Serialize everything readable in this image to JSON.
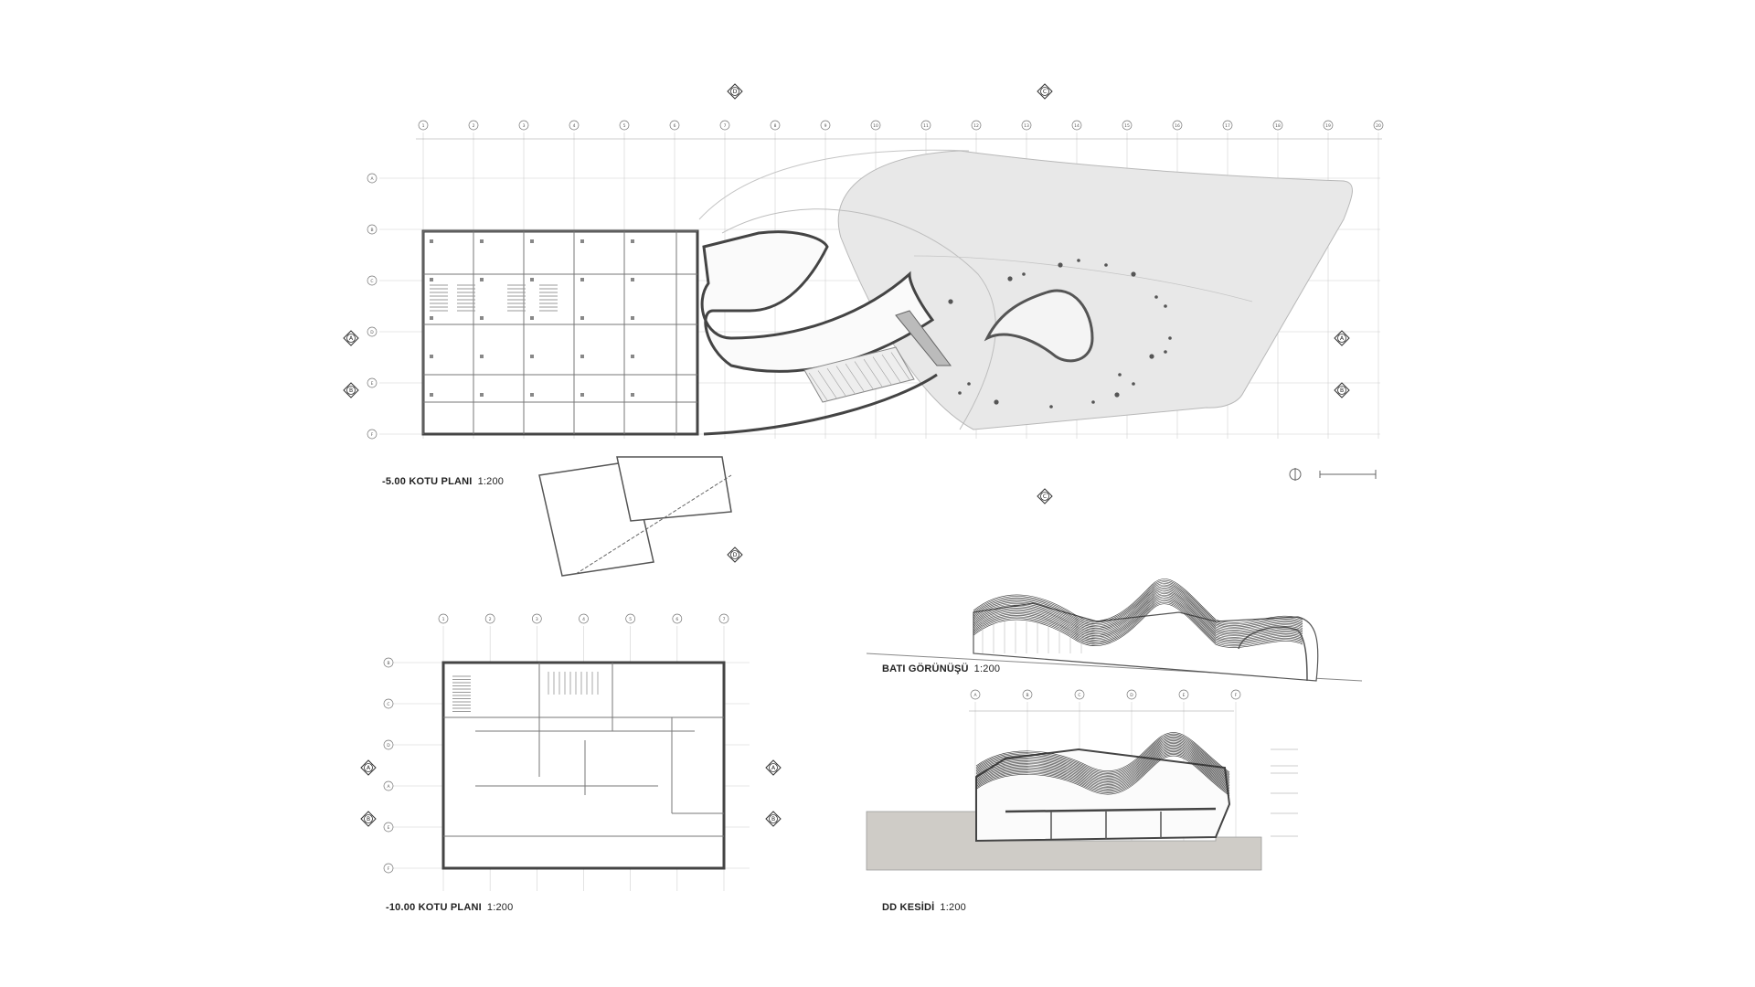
{
  "drawings": {
    "plan_minus5": {
      "title": "-5.00 KOTU PLANI",
      "scale": "1:200"
    },
    "elevation_west": {
      "title": "BATI GÖRÜNÜŞÜ",
      "scale": "1:200"
    },
    "plan_minus10": {
      "title": "-10.00 KOTU PLANI",
      "scale": "1:200"
    },
    "section_dd": {
      "title": "DD KESİDİ",
      "scale": "1:200"
    }
  },
  "grid": {
    "top_numbers": [
      "1",
      "2",
      "3",
      "4",
      "5",
      "6",
      "7",
      "8",
      "9",
      "10",
      "11",
      "12",
      "13",
      "14",
      "15",
      "16",
      "17",
      "18",
      "19",
      "20"
    ],
    "top_letters": [
      "A",
      "B",
      "C",
      "D",
      "E",
      "F"
    ],
    "lower_numbers": [
      "1",
      "2",
      "3",
      "4",
      "5",
      "6",
      "7"
    ],
    "lower_letters": [
      "B",
      "C",
      "D",
      "A",
      "E",
      "F"
    ],
    "section_letters": [
      "A",
      "B",
      "C",
      "D",
      "E",
      "F"
    ],
    "section_markers": {
      "top_left": "D",
      "top_right": "C",
      "side": "A",
      "side2": "B"
    }
  },
  "colors": {
    "line": "#333333",
    "grid": "#bbbbbb",
    "fill": "#e7e7e7",
    "ground": "#cfccc7"
  }
}
